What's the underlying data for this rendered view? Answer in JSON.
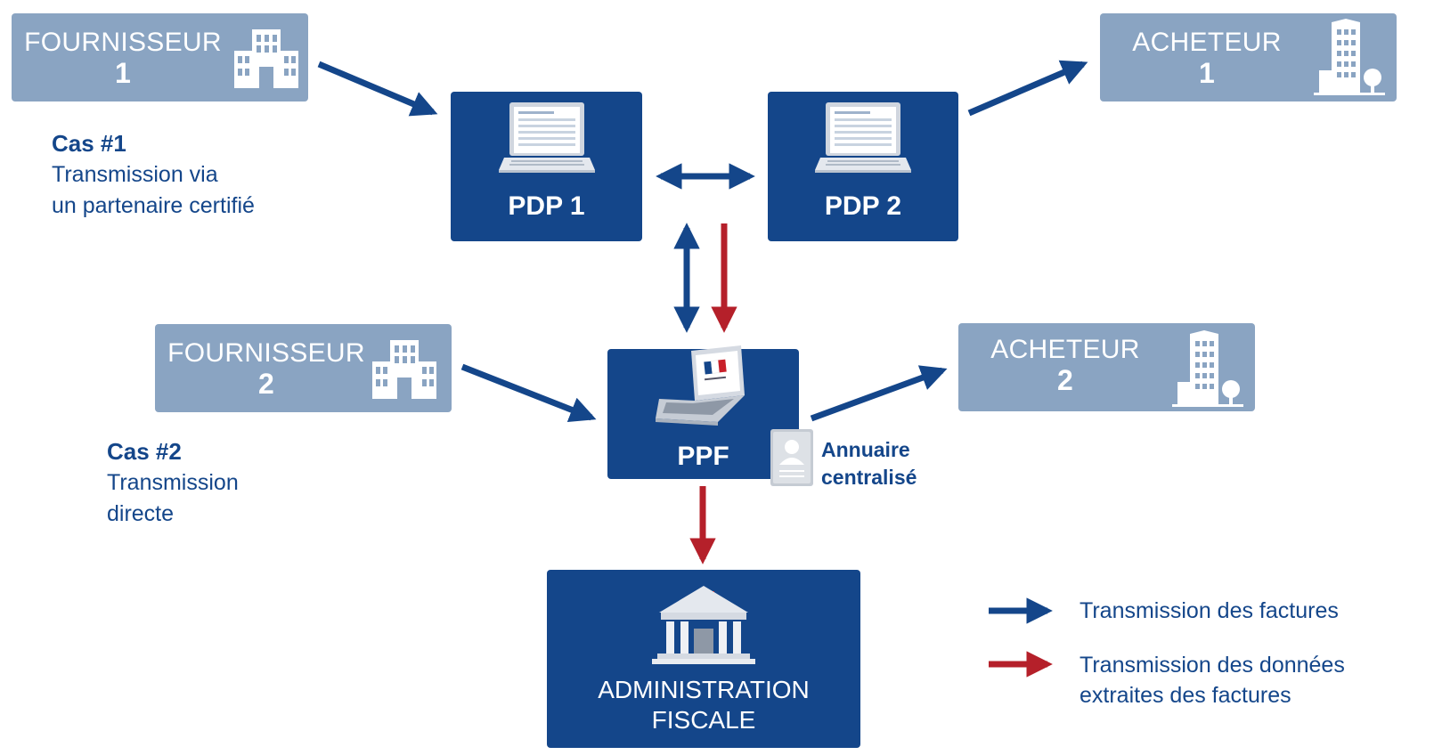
{
  "nodes": {
    "fournisseur1": {
      "name": "FOURNISSEUR",
      "number": "1"
    },
    "fournisseur2": {
      "name": "FOURNISSEUR",
      "number": "2"
    },
    "acheteur1": {
      "name": "ACHETEUR",
      "number": "1"
    },
    "acheteur2": {
      "name": "ACHETEUR",
      "number": "2"
    },
    "pdp1": {
      "label": "PDP 1"
    },
    "pdp2": {
      "label": "PDP 2"
    },
    "ppf": {
      "label": "PPF"
    },
    "administration": {
      "line1": "ADMINISTRATION",
      "line2": "FISCALE"
    }
  },
  "cases": {
    "case1": {
      "title": "Cas #1",
      "line1": "Transmission via",
      "line2": "un partenaire certifié"
    },
    "case2": {
      "title": "Cas #2",
      "line1": "Transmission",
      "line2": "directe"
    }
  },
  "annuaire": {
    "line1": "Annuaire",
    "line2": "centralisé"
  },
  "legend": {
    "invoices": "Transmission des factures",
    "data_line1": "Transmission des données",
    "data_line2": "extraites des factures"
  },
  "colors": {
    "blue_arrow": "#14468a",
    "red_arrow": "#b5202a",
    "light_box": "#8aa4c2",
    "dark_box": "#14468a"
  },
  "icons": {
    "supplier": "office-building-icon",
    "buyer": "tower-building-icon",
    "platform": "laptop-icon",
    "ppf": "laptop-flag-icon",
    "directory": "contact-card-icon",
    "tax": "government-building-icon"
  }
}
